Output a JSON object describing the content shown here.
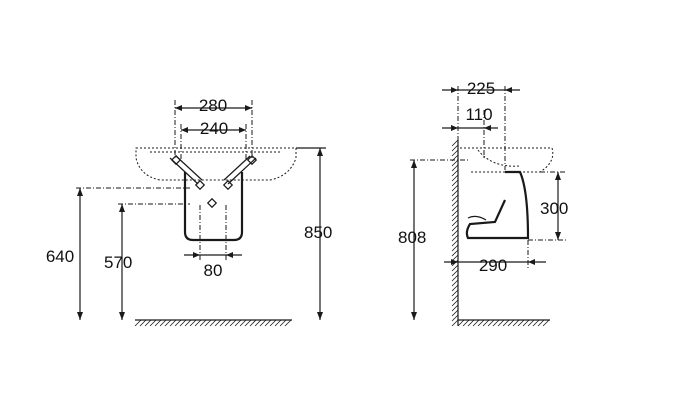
{
  "front_view": {
    "dims": {
      "width_outer": "280",
      "width_inner": "240",
      "height_floor_to_rim": "850",
      "height_left_a": "640",
      "height_left_b": "570",
      "pedestal_gap": "80"
    }
  },
  "side_view": {
    "dims": {
      "top_a": "225",
      "top_b": "110",
      "height_total": "808",
      "height_right": "300",
      "depth_bottom": "290"
    }
  }
}
